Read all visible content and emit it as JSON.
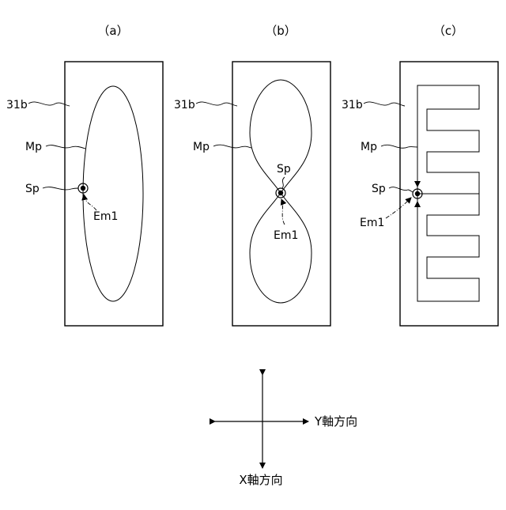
{
  "panels": [
    {
      "title": "（a）",
      "label_plate": "31b",
      "label_path": "Mp",
      "label_start": "Sp",
      "label_emitter": "Em1"
    },
    {
      "title": "（b）",
      "label_plate": "31b",
      "label_path": "Mp",
      "label_start": "Sp",
      "label_emitter": "Em1"
    },
    {
      "title": "（c）",
      "label_plate": "31b",
      "label_path": "Mp",
      "label_start": "Sp",
      "label_emitter": "Em1"
    }
  ],
  "axes": {
    "y_label": "Y軸方向",
    "x_label": "X軸方向"
  }
}
